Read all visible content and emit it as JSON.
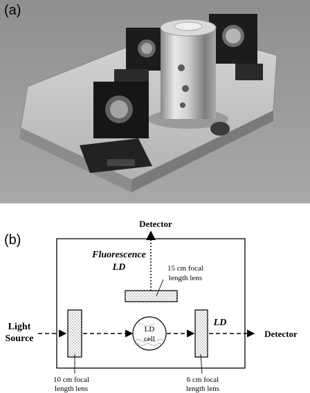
{
  "panels": {
    "a": "(a)",
    "b": "(b)"
  },
  "diagram": {
    "detector_top": "Detector",
    "fluorescence_line1": "Fluorescence",
    "fluorescence_line2": "LD",
    "lens15_line1": "15 cm focal",
    "lens15_line2": "length lens",
    "light_line1": "Light",
    "light_line2": "Source",
    "cell_line1": "LD",
    "cell_line2": "cell",
    "ld_label": "LD",
    "detector_right": "Detector",
    "lens10_line1": "10 cm focal",
    "lens10_line2": "length lens",
    "lens6_line1": "6 cm focal",
    "lens6_line2": "length lens"
  },
  "colors": {
    "photo_background": "#9a9a9a",
    "baseplate": "#c9c9c9",
    "mount": "#1c1c1c",
    "cylinder": "#bdbdbd"
  }
}
